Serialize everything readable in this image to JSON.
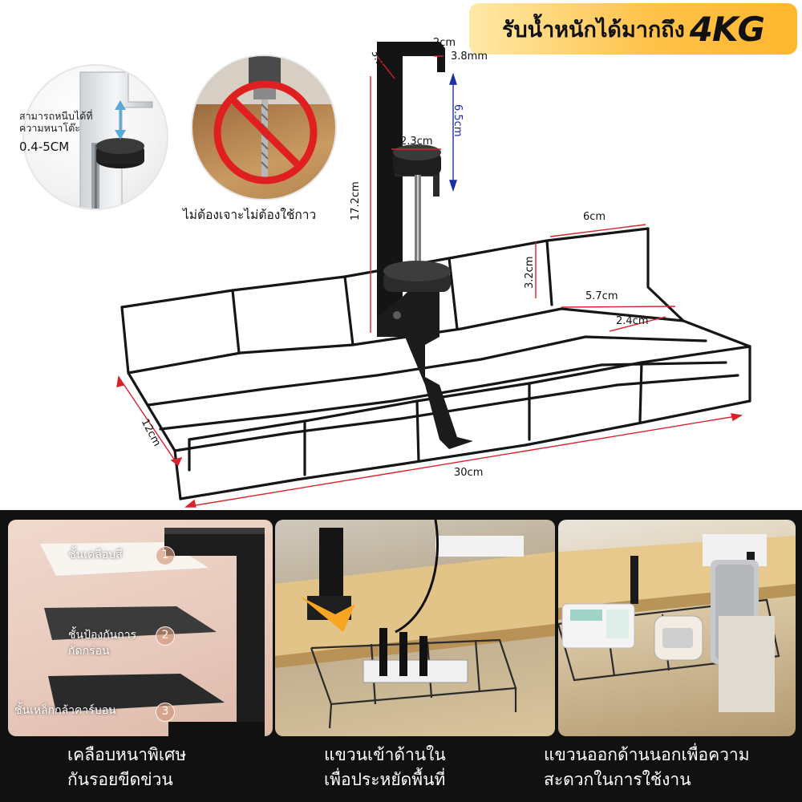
{
  "headline": {
    "text": "รับน้ำหนักได้มากถึง",
    "value": "4KG",
    "gradient_from": "#ffe9a8",
    "gradient_to": "#ffb72e"
  },
  "clamp_inset": {
    "note": "สามารถหนีบได้ที่ความหนาโต๊ะ",
    "range": "0.4-5CM",
    "arrow_color": "#5aa9d8"
  },
  "drill_inset": {
    "caption": "ไม่ต้องเจาะไม่ต้องใช้กาว",
    "prohibit_color": "#e02020"
  },
  "dimensions": {
    "clamp_top_width": "2cm",
    "clamp_lip": "3.8mm",
    "clamp_side": "3.9cm",
    "clamp_opening": "6.5cm",
    "knob_width": "2.3cm",
    "bracket_height": "17.2cm",
    "basket_depth_top": "6cm",
    "basket_wall_height": "3.2cm",
    "basket_depth_inner": "5.7cm",
    "basket_bottom": "2.4cm",
    "basket_width": "12cm",
    "basket_length": "30cm",
    "arrow_color_red": "#d8232a",
    "arrow_color_blue": "#1c2fa8"
  },
  "panels": {
    "layers": {
      "items": [
        {
          "num": "1",
          "label": "ชั้นเคลือบสี"
        },
        {
          "num": "2",
          "label": "ชั้นป้องกันการกัดกร่อน"
        },
        {
          "num": "3",
          "label": "ชั้นเหล็กกล้าคาร์บอน"
        }
      ],
      "caption_line1": "เคลือบหนาพิเศษ",
      "caption_line2": "กันรอยขีดข่วน"
    },
    "inside": {
      "caption_line1": "แขวนเข้าด้านใน",
      "caption_line2": "เพื่อประหยัดพื้นที่"
    },
    "outside": {
      "caption_line1": "แขวนออกด้านนอกเพื่อความ",
      "caption_line2": "สะดวกในการใช้งาน"
    }
  }
}
